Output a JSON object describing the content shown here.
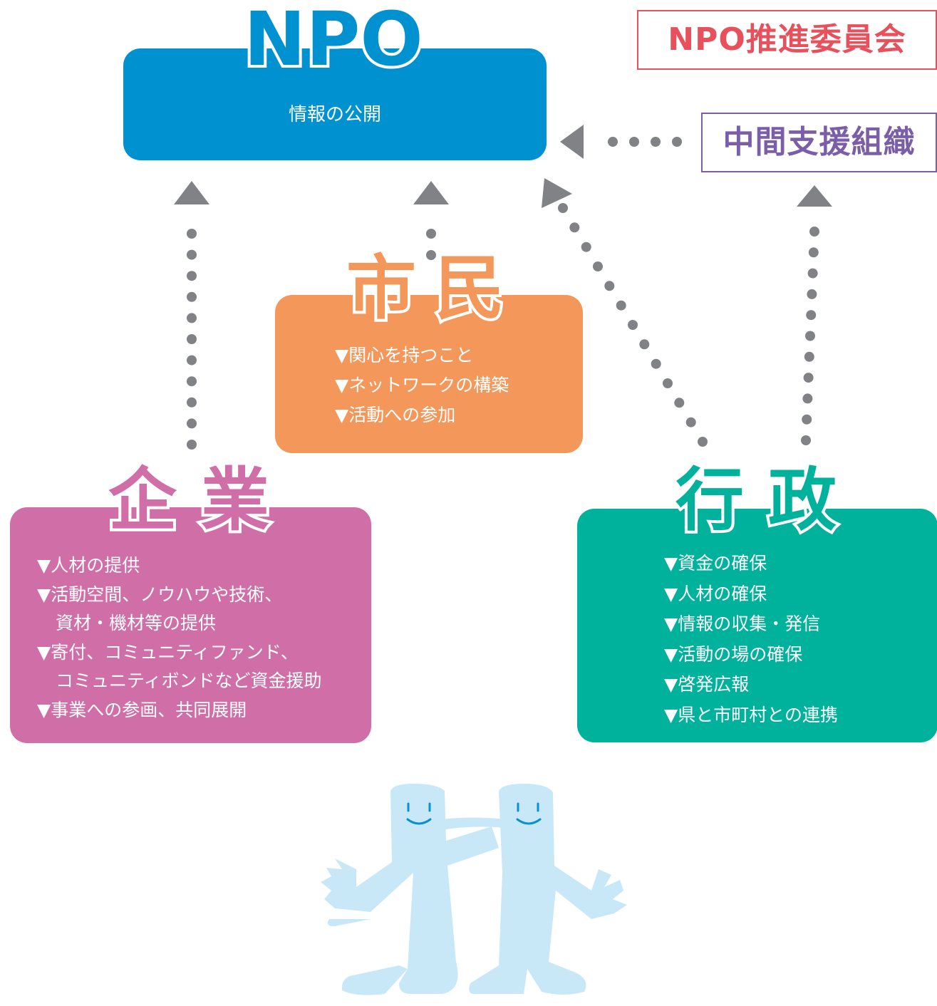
{
  "npo": {
    "title": "NPO",
    "subtitle": "情報の公開"
  },
  "committee_label": "NPO推進委員会",
  "intermediary_label": "中間支援組織",
  "citizens": {
    "title": "市民",
    "items": [
      "▼関心を持つこと",
      "▼ネットワークの構築",
      "▼活動への参加"
    ]
  },
  "companies": {
    "title": "企業",
    "items": [
      "▼人材の提供",
      "▼活動空間、ノウハウや技術、",
      "資材・機材等の提供",
      "▼寄付、コミュニティファンド、",
      "コミュニティボンドなど資金援助",
      "▼事業への参画、共同展開"
    ]
  },
  "government": {
    "title": "行政",
    "items": [
      "▼資金の確保",
      "▼人材の確保",
      "▼情報の収集・発信",
      "▼活動の場の確保",
      "▼啓発広報",
      "▼県と市町村との連携"
    ]
  },
  "colors": {
    "npo": "#0091d0",
    "citizens": "#f4975a",
    "companies": "#d06ea8",
    "government": "#00b29b",
    "arrows": "#808285",
    "committee": "#e8505b",
    "intermediary": "#7b5ea8",
    "figures": "#c8e8f8"
  }
}
